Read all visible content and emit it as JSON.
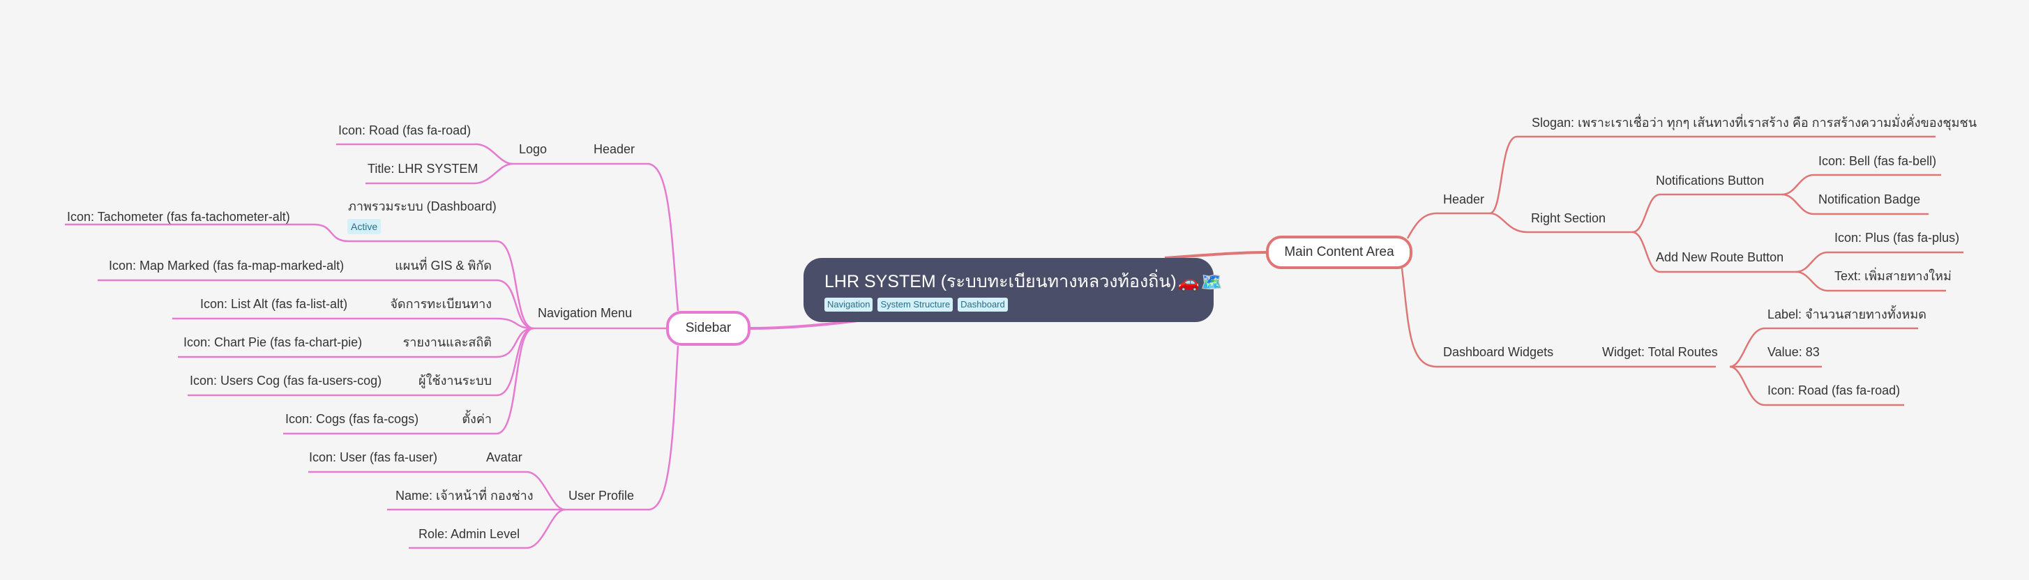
{
  "root": {
    "title": "LHR SYSTEM (ระบบทะเบียนทางหลวงท้องถิ่น)",
    "icons": [
      "car-emoji",
      "world-map-emoji"
    ],
    "tags": [
      "Navigation",
      "System Structure",
      "Dashboard"
    ]
  },
  "colors": {
    "background": "#f5f5f5",
    "root_fill": "#4b4e68",
    "left_branch": "#e67ad0",
    "right_branch": "#df7676",
    "tag_fill": "#d4f0f8",
    "tag_text": "#2a6f88"
  },
  "left": {
    "label": "Sidebar",
    "header": {
      "label": "Header",
      "logo": {
        "label": "Logo",
        "children": [
          "Icon: Road (fas fa-road)",
          "Title: LHR SYSTEM"
        ]
      }
    },
    "navigation_menu": {
      "label": "Navigation Menu",
      "items": [
        {
          "label": "ภาพรวมระบบ (Dashboard)",
          "badge": "Active",
          "icon": "Icon: Tachometer (fas fa-tachometer-alt)"
        },
        {
          "label": "แผนที่ GIS & พิกัด",
          "icon": "Icon: Map Marked (fas fa-map-marked-alt)"
        },
        {
          "label": "จัดการทะเบียนทาง",
          "icon": "Icon: List Alt (fas fa-list-alt)"
        },
        {
          "label": "รายงานและสถิติ",
          "icon": "Icon: Chart Pie (fas fa-chart-pie)"
        },
        {
          "label": "ผู้ใช้งานระบบ",
          "icon": "Icon: Users Cog (fas fa-users-cog)"
        },
        {
          "label": "ตั้งค่า",
          "icon": "Icon: Cogs (fas fa-cogs)"
        }
      ]
    },
    "user_profile": {
      "label": "User Profile",
      "avatar": {
        "label": "Avatar",
        "icon": "Icon: User (fas fa-user)"
      },
      "name": "Name: เจ้าหน้าที่ กองช่าง",
      "role": "Role: Admin Level"
    }
  },
  "right": {
    "label": "Main Content Area",
    "header": {
      "label": "Header",
      "slogan": "Slogan: เพราะเราเชื่อว่า ทุกๆ เส้นทางที่เราสร้าง คือ การสร้างความมั่งคั่งของชุมชน",
      "right_section": {
        "label": "Right Section",
        "notifications_button": {
          "label": "Notifications Button",
          "children": [
            "Icon: Bell (fas fa-bell)",
            "Notification Badge"
          ]
        },
        "add_route_button": {
          "label": "Add New Route Button",
          "children": [
            "Icon: Plus (fas fa-plus)",
            "Text: เพิ่มสายทางใหม่"
          ]
        }
      }
    },
    "dashboard_widgets": {
      "label": "Dashboard Widgets",
      "widget": {
        "label": "Widget: Total Routes",
        "children": [
          "Label: จำนวนสายทางทั้งหมด",
          "Value: 83",
          "Icon: Road (fas fa-road)"
        ]
      }
    }
  }
}
